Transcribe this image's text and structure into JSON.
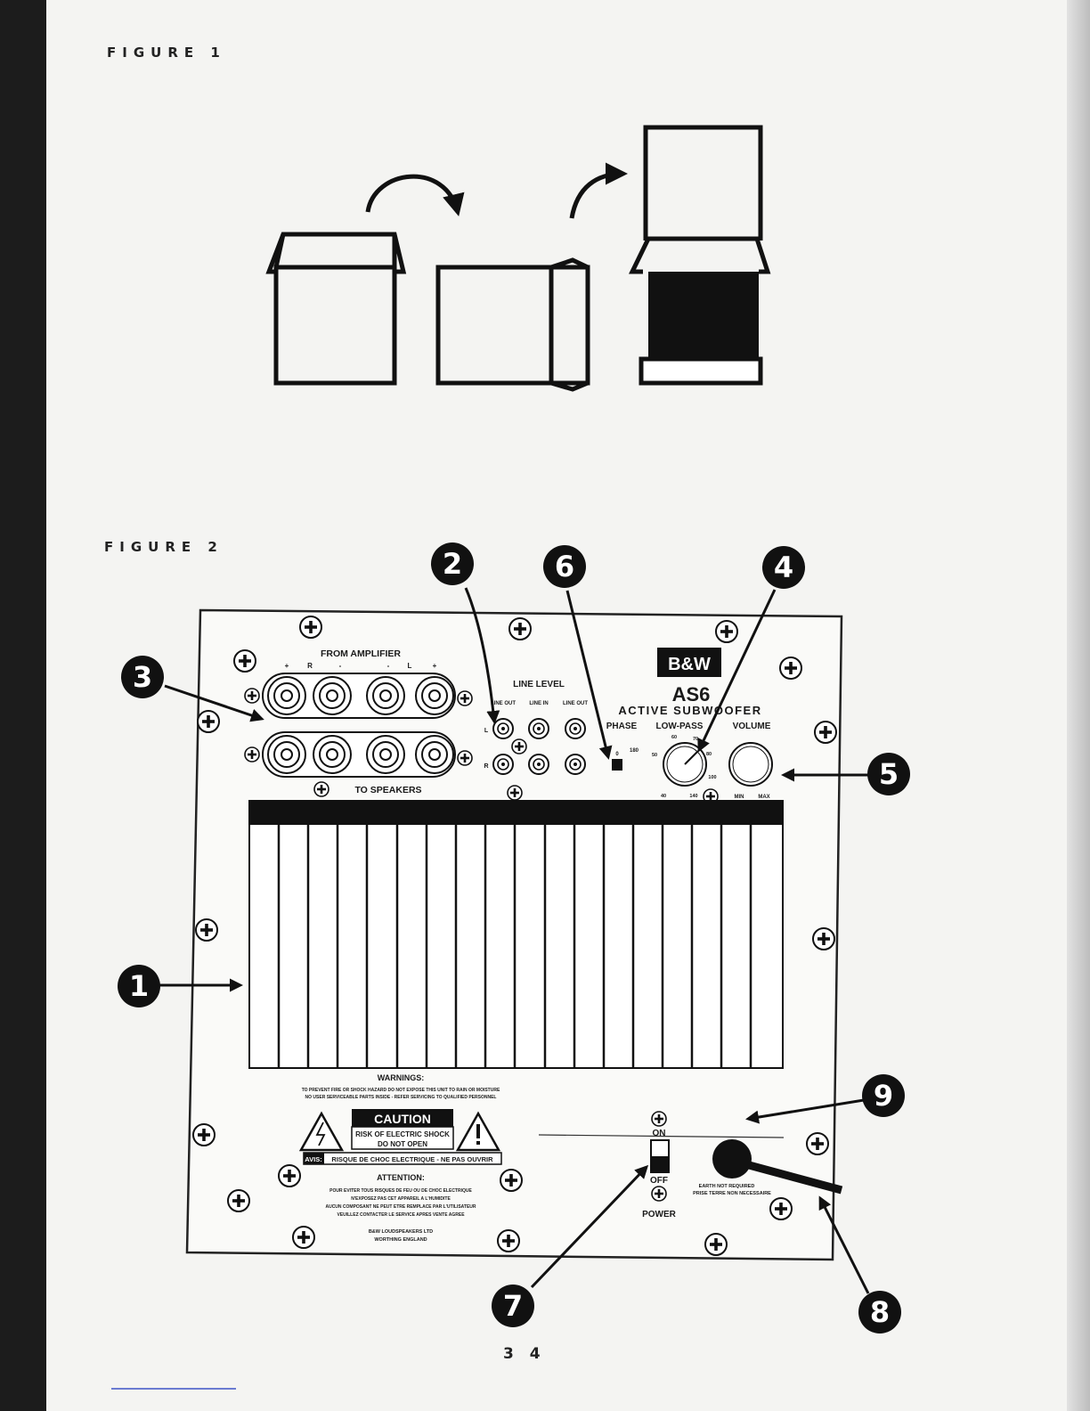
{
  "figure1": {
    "label": "FIGURE 1"
  },
  "figure2": {
    "label": "FIGURE 2",
    "callouts": [
      "1",
      "2",
      "3",
      "4",
      "5",
      "6",
      "7",
      "8",
      "9"
    ],
    "panel": {
      "from_amplifier": "FROM AMPLIFIER",
      "polarity_marks": [
        "+",
        "R",
        "-",
        "-",
        "L",
        "+"
      ],
      "to_speakers": "TO SPEAKERS",
      "line_level": "LINE LEVEL",
      "line_out_left": "LINE OUT",
      "line_in": "LINE IN",
      "line_out_right": "LINE OUT",
      "channel_l": "L",
      "channel_r": "R",
      "phase": "PHASE",
      "phase_0": "0",
      "phase_180": "180",
      "brand": "B&W",
      "model": "AS6",
      "subtitle": "ACTIVE SUBWOOFER",
      "low_pass": "LOW-PASS",
      "volume": "VOLUME",
      "lowpass_ticks": [
        "40",
        "50",
        "60",
        "70",
        "80",
        "100",
        "140"
      ],
      "volume_min": "MIN",
      "volume_max": "MAX",
      "warnings_title": "WARNINGS:",
      "warnings_line1": "TO PREVENT FIRE OR SHOCK HAZARD DO NOT EXPOSE THIS UNIT TO RAIN OR MOISTURE",
      "warnings_line2": "NO USER SERVICEABLE PARTS INSIDE - REFER SERVICING TO QUALIFIED PERSONNEL",
      "caution": "CAUTION",
      "caution_line1": "RISK OF ELECTRIC SHOCK",
      "caution_line2": "DO NOT OPEN",
      "avis": "AVIS:",
      "avis_text": "RISQUE DE CHOC ELECTRIQUE - NE PAS OUVRIR",
      "attention_title": "ATTENTION:",
      "attention_lines": [
        "POUR EVITER TOUS RISQUES DE FEU OU DE CHOC ELECTRIQUE",
        "N'EXPOSEZ PAS CET APPAREIL A L'HUMIDITE",
        "AUCUN COMPOSANT NE PEUT ETRE REMPLACE PAR L'UTILISATEUR",
        "VEUILLEZ CONTACTER LE SERVICE APRES VENTE AGREE"
      ],
      "maker_line1": "B&W LOUDSPEAKERS LTD",
      "maker_line2": "WORTHING ENGLAND",
      "power_on": "ON",
      "power_off": "OFF",
      "power": "POWER",
      "earth_line1": "EARTH NOT REQUIRED",
      "earth_line2": "PRISE TERRE NON NECESSAIRE"
    }
  },
  "page_number": "3 4"
}
